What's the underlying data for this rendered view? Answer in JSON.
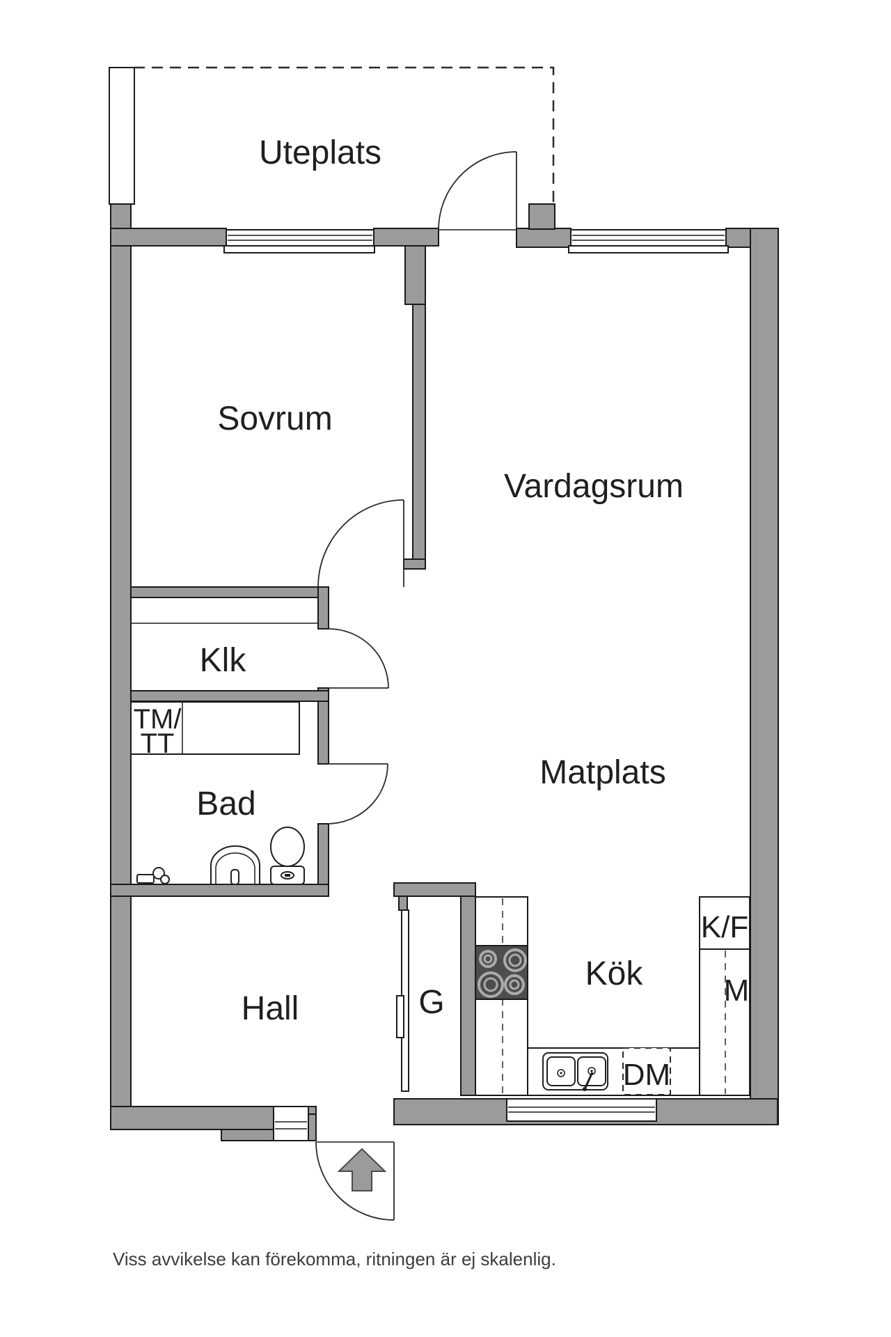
{
  "plan": {
    "labels": {
      "patio": "Uteplats",
      "bedroom": "Sovrum",
      "living_room": "Vardagsrum",
      "closet": "Klk",
      "laundry_line1": "TM/",
      "laundry_line2": "TT",
      "bathroom": "Bad",
      "dining": "Matplats",
      "hall": "Hall",
      "wardrobe": "G",
      "kitchen": "Kök",
      "fridge_freezer": "K/F",
      "appliance_m": "M",
      "dishwasher": "DM"
    },
    "caption": "Viss avvikelse kan förekomma, ritningen är ej skalenlig.",
    "colors": {
      "wall": "#9b9b9b",
      "outline": "#1a1a1a",
      "stove": "#4d4d4d",
      "text": "#1f1f1f",
      "caption_text": "#3c3c3c",
      "background": "#ffffff"
    }
  }
}
